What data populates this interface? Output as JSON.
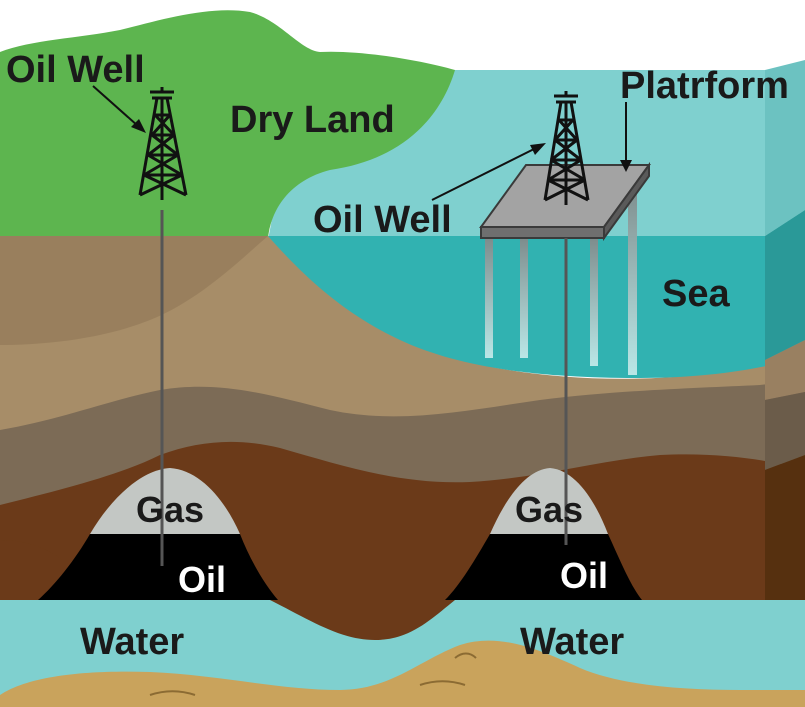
{
  "labels": {
    "oil_well_land": "Oil Well",
    "dry_land": "Dry Land",
    "platform": "Platrform",
    "oil_well_sea": "Oil Well",
    "sea": "Sea",
    "gas_left": "Gas",
    "gas_right": "Gas",
    "oil_left": "Oil",
    "oil_right": "Oil",
    "water_left": "Water",
    "water_right": "Water"
  },
  "icons": {
    "derrick": "oil-derrick-icon",
    "platform": "offshore-platform-icon"
  },
  "colors": {
    "land_green": "#5db54f",
    "sea_top": "#7fd0cf",
    "sea_water": "#31b2b1",
    "soil_light": "#a78d68",
    "rock_gray": "#7c6b56",
    "rock_brown": "#6b3a19",
    "gas": "#c3c7c4",
    "oil": "#000000",
    "water_layer": "#7fd0cf",
    "sand": "#c9a35c"
  }
}
